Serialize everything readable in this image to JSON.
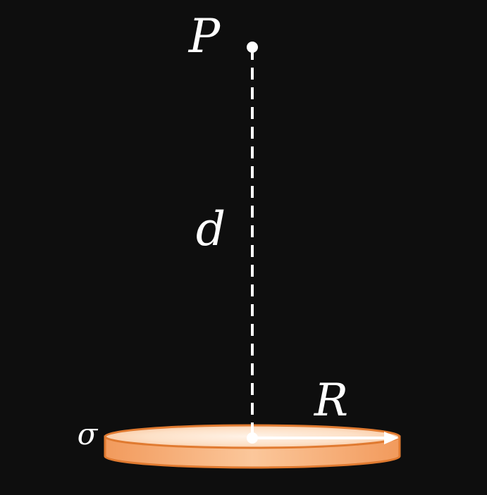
{
  "labels": {
    "point": "P",
    "distance": "d",
    "radius": "R",
    "charge_density": "σ"
  },
  "colors": {
    "background": "#0e0e0e",
    "line": "#ffffff",
    "disk_rim": "#e07a30",
    "disk_top_light": "#fde6d2",
    "disk_side": "#f5a26a"
  }
}
